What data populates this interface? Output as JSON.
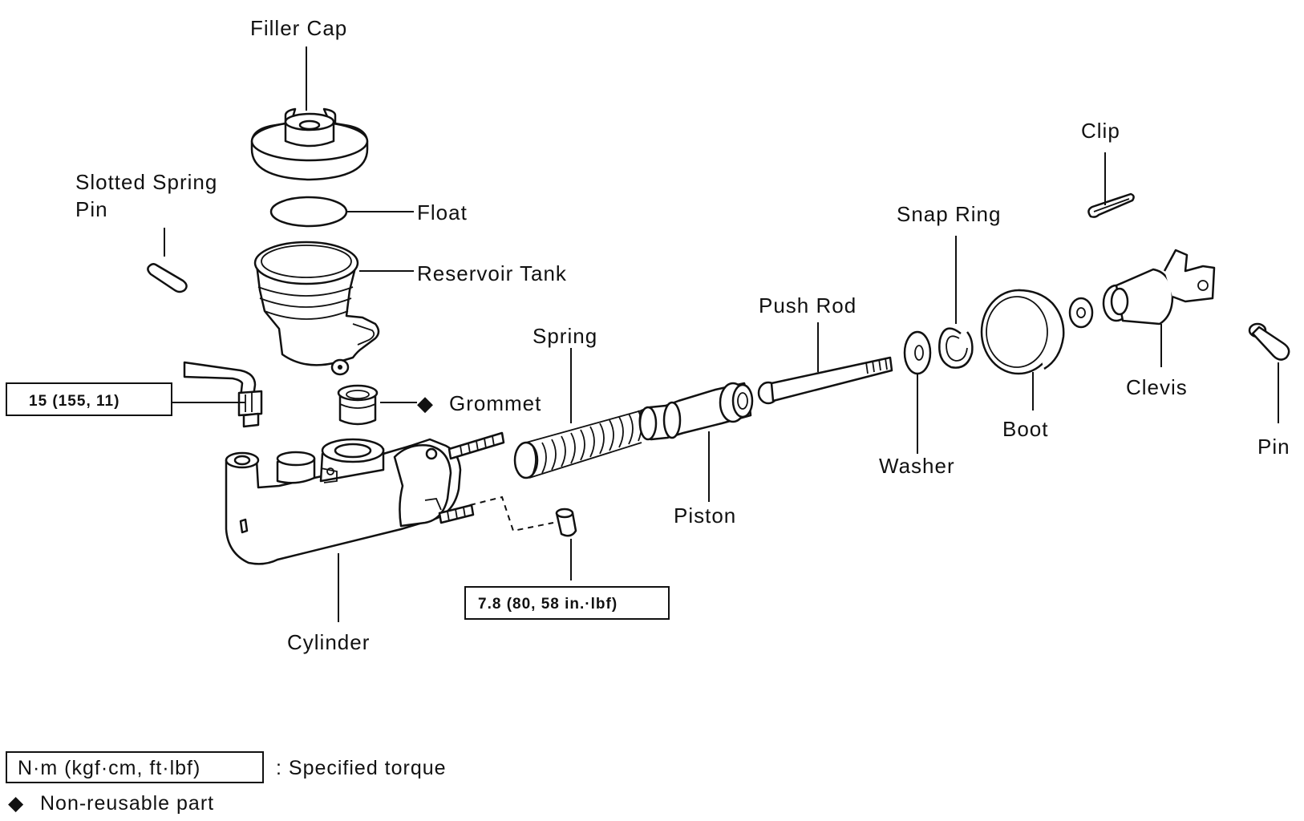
{
  "title": "",
  "parts": {
    "filler_cap": "Filler Cap",
    "float": "Float",
    "reservoir_tank": "Reservoir Tank",
    "slotted_spring_pin_line1": "Slotted Spring",
    "slotted_spring_pin_line2": "Pin",
    "grommet": "Grommet",
    "spring": "Spring",
    "piston": "Piston",
    "push_rod": "Push Rod",
    "washer": "Washer",
    "snap_ring": "Snap Ring",
    "boot": "Boot",
    "clip": "Clip",
    "clevis": "Clevis",
    "pin": "Pin",
    "cylinder": "Cylinder"
  },
  "torque_specs": {
    "union_bolt": "15 (155, 11)",
    "bleeder_plug": "7.8 (80, 58 in.·lbf)"
  },
  "non_reusable_marker": "◆",
  "legend": {
    "torque_box": "N·m (kgf·cm, ft·lbf)",
    "torque_desc": ": Specified torque",
    "non_reusable_symbol": "◆",
    "non_reusable_desc": "Non-reusable part"
  }
}
